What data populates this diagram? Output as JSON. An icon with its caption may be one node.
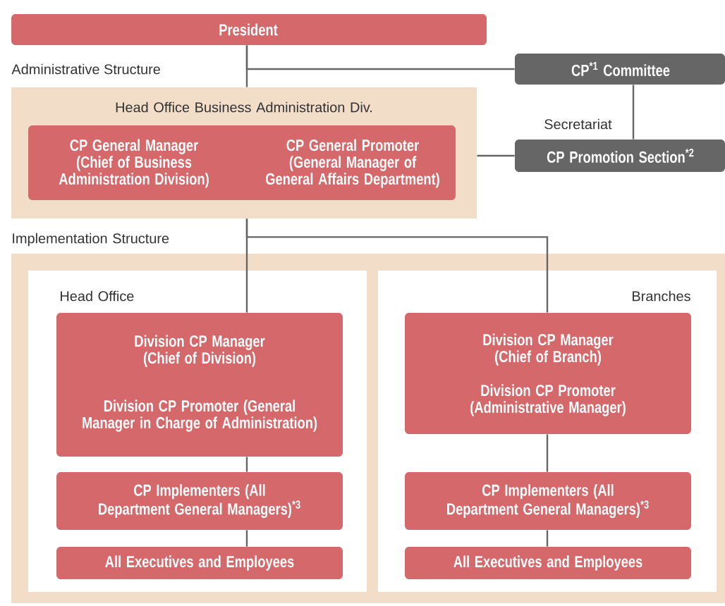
{
  "diagram": {
    "nodes": [
      {
        "text": [
          "President"
        ]
      },
      {
        "text": [
          "CP$^{*1}$ Committee"
        ]
      },
      {
        "text": [
          "Head Office Business Administration Div."
        ]
      },
      {
        "text": [
          "CP General Manager (Chief of Business Administration Division)",
          "CP General Promoter (General Manager of General Affairs Department)"
        ],
        "in": 2
      },
      {
        "text": [
          "CP Promotion Section$^{*2}$"
        ]
      },
      {
        "text": [
          "Implementation Structure"
        ]
      },
      {
        "text": [
          "Head Office"
        ],
        "in": 5
      },
      {
        "text": [
          "Division CP Manager (Chief of Division)",
          "Division CP Promoter (General Manager in Charge of Administration)"
        ],
        "in": 6
      },
      {
        "text": [
          "CP Implementers (All Department General Managers)$^{*3}$"
        ],
        "in": 6
      },
      {
        "text": [
          "All Executives and Employees"
        ],
        "in": 6
      },
      {
        "text": [
          "Branches"
        ],
        "in": 5
      },
      {
        "text": [
          "Division CP Manager (Chief of Branch)",
          "Division CP Promoter (Administrative Manager)"
        ],
        "in": 10
      },
      {
        "text": [
          "CP Implementers (All Department General Managers)$^{*3}$"
        ],
        "in": 10
      },
      {
        "text": [
          "All Executives and Employees"
        ],
        "in": 10
      }
    ],
    "edges": [
      {
        "from": 0,
        "to": 2,
        "arrow": "none"
      },
      {
        "from": 0,
        "to": 1,
        "arrow": "none"
      },
      {
        "from": 1,
        "to": 4,
        "arrow": "none",
        "label": "Secretariat"
      },
      {
        "from": 2,
        "to": 4,
        "arrow": "none"
      },
      {
        "from": 2,
        "to": 7,
        "arrow": "none"
      },
      {
        "from": 2,
        "to": 11,
        "arrow": "none"
      },
      {
        "from": 7,
        "to": 8,
        "arrow": "none"
      },
      {
        "from": 8,
        "to": 9,
        "arrow": "none"
      },
      {
        "from": 11,
        "to": 12,
        "arrow": "none"
      },
      {
        "from": 12,
        "to": 13,
        "arrow": "none"
      }
    ],
    "labels": [
      "Administrative Structure"
    ]
  }
}
